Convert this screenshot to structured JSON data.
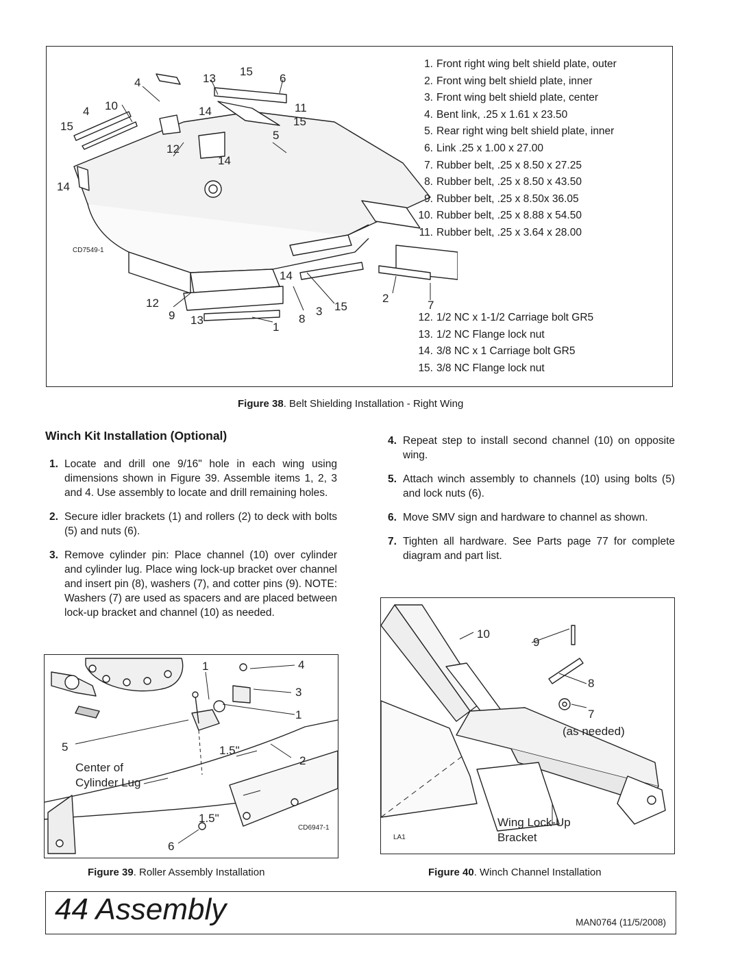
{
  "figure38": {
    "caption_num": "Figure 38",
    "caption_text": ". Belt Shielding Installation - Right Wing",
    "code": "CD7549-1",
    "parts_top": [
      {
        "n": "1.",
        "t": "Front right wing belt shield plate, outer"
      },
      {
        "n": "2.",
        "t": "Front wing belt shield plate, inner"
      },
      {
        "n": "3.",
        "t": "Front wing belt shield plate, center"
      },
      {
        "n": "4.",
        "t": "Bent link, .25 x 1.61 x 23.50"
      },
      {
        "n": "5.",
        "t": "Rear right wing belt shield plate, inner"
      },
      {
        "n": "6.",
        "t": "Link .25 x 1.00 x 27.00"
      },
      {
        "n": "7.",
        "t": "Rubber belt, .25 x 8.50 x 27.25"
      },
      {
        "n": "8.",
        "t": "Rubber belt, .25 x 8.50 x 43.50"
      },
      {
        "n": "9.",
        "t": "Rubber belt, .25 x 8.50x 36.05"
      },
      {
        "n": "10.",
        "t": "Rubber belt, .25 x 8.88 x 54.50"
      },
      {
        "n": "11.",
        "t": "Rubber belt, .25 x 3.64 x 28.00"
      }
    ],
    "parts_bottom": [
      {
        "n": "12.",
        "t": "1/2 NC x 1-1/2 Carriage bolt GR5"
      },
      {
        "n": "13.",
        "t": "1/2 NC Flange lock nut"
      },
      {
        "n": "14.",
        "t": "3/8 NC x 1 Carriage bolt GR5"
      },
      {
        "n": "15.",
        "t": "3/8 NC Flange lock nut"
      }
    ],
    "callouts": [
      "4",
      "13",
      "15",
      "6",
      "10",
      "4",
      "14",
      "11",
      "15",
      "15",
      "5",
      "12",
      "14",
      "14",
      "12",
      "9",
      "13",
      "1",
      "8",
      "3",
      "15",
      "2",
      "7",
      "14"
    ]
  },
  "section": {
    "heading": "Winch Kit Installation (Optional)",
    "steps_left": [
      {
        "n": "1.",
        "t": "Locate and drill one 9/16\" hole in each wing using dimensions shown in Figure 39. Assemble items 1, 2, 3 and 4. Use assembly to locate and drill remaining holes."
      },
      {
        "n": "2.",
        "t": "Secure idler brackets (1) and rollers (2) to deck with bolts (5) and nuts (6)."
      },
      {
        "n": "3.",
        "t": "Remove cylinder pin: Place channel (10) over cylinder and cylinder lug. Place wing lock-up bracket over channel and insert pin (8), washers (7), and cotter pins (9). NOTE: Washers (7) are used as spacers and are placed between lock-up bracket and channel (10) as needed."
      }
    ],
    "steps_right": [
      {
        "n": "4.",
        "t": "Repeat step to install second channel (10) on opposite wing."
      },
      {
        "n": "5.",
        "t": "Attach winch assembly to channels (10) using bolts (5) and lock nuts (6)."
      },
      {
        "n": "6.",
        "t": "Move SMV sign and hardware to channel as shown."
      },
      {
        "n": "7.",
        "t": "Tighten all hardware. See Parts page 77 for complete diagram and part list."
      }
    ]
  },
  "figure39": {
    "caption_num": "Figure 39",
    "caption_text": ". Roller Assembly Installation",
    "code": "CD6947-1",
    "callouts": [
      "1",
      "4",
      "3",
      "1",
      "5",
      "2",
      "6"
    ],
    "dim1": "1.5\"",
    "dim2": "1.5\"",
    "label_line1": "Center of",
    "label_line2": "Cylinder Lug"
  },
  "figure40": {
    "caption_num": "Figure 40",
    "caption_text": ". Winch Channel Installation",
    "code": "LA1",
    "callouts": [
      "10",
      "9",
      "8",
      "7"
    ],
    "as_needed": "(as needed)",
    "label_line1": "Wing Lock-Up",
    "label_line2": "Bracket"
  },
  "footer": {
    "page_title": "44 Assembly",
    "doc_code": "MAN0764 (11/5/2008)"
  }
}
